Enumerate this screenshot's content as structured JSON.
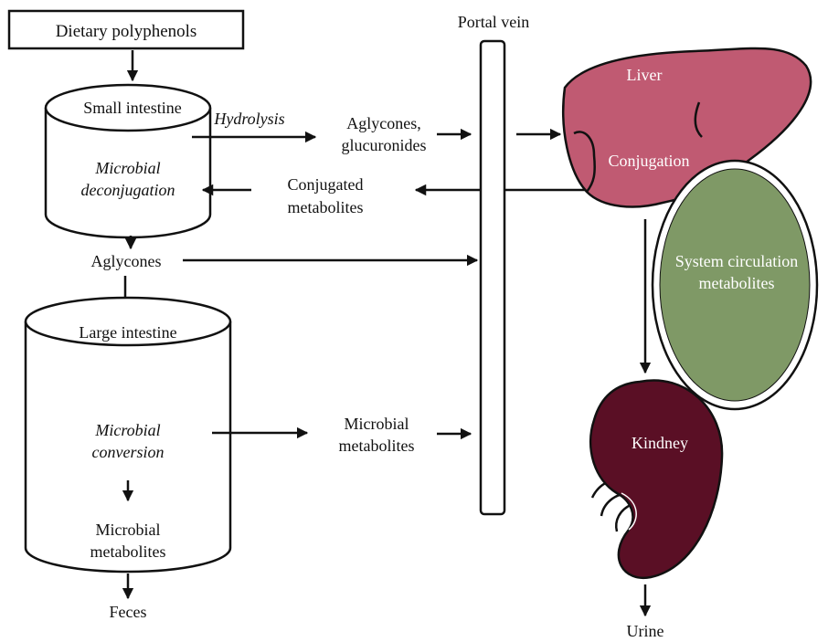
{
  "title": "Dietary polyphenols",
  "portal_vein": "Portal vein",
  "small_intestine": {
    "label": "Small intestine",
    "process_line1": "Microbial",
    "process_line2": "deconjugation"
  },
  "hydrolysis": "Hydrolysis",
  "aglycones_glucuronides": {
    "line1": "Aglycones,",
    "line2": "glucuronides"
  },
  "conjugated_metabolites": {
    "line1": "Conjugated",
    "line2": "metabolites"
  },
  "aglycones": "Aglycones",
  "large_intestine": {
    "label": "Large intestine",
    "process_line1": "Microbial",
    "process_line2": "conversion",
    "metabolites_line1": "Microbial",
    "metabolites_line2": "metabolites"
  },
  "microbial_metabolites_flow": {
    "line1": "Microbial",
    "line2": "metabolites"
  },
  "feces": "Feces",
  "liver": {
    "label": "Liver",
    "process": "Conjugation",
    "color": "#c05a72"
  },
  "circulation": {
    "line1": "System circulation",
    "line2": "metabolites",
    "color": "#7f9966"
  },
  "kidney": {
    "label": "Kindney",
    "color": "#5a0f25"
  },
  "urine": "Urine"
}
